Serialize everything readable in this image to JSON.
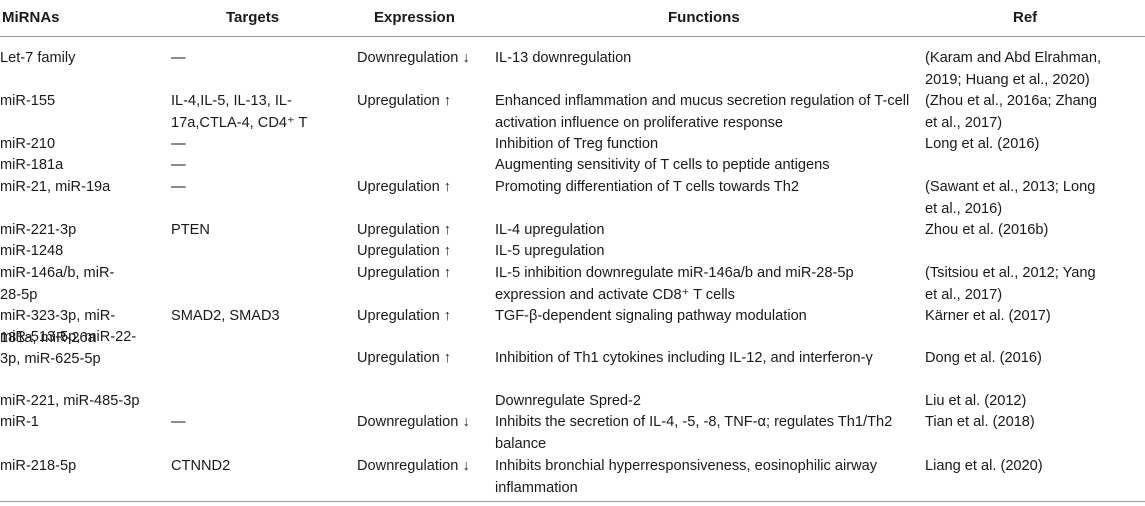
{
  "header": {
    "mirnas": "MiRNAs",
    "targets": "Targets",
    "expression": "Expression",
    "functions": "Functions",
    "ref": "Ref"
  },
  "rows": [
    {
      "mirna": [
        "Let-7 family"
      ],
      "targets": [
        "—"
      ],
      "expression": "Downregulation ↓",
      "functions": [
        "IL-13 downregulation"
      ],
      "ref": [
        "(Karam and Abd Elrahman,",
        "2019; Huang et al., 2020)"
      ]
    },
    {
      "mirna": [
        "miR-155"
      ],
      "targets": [
        "IL-4,IL-5, IL-13, IL-",
        "17a,CTLA-4, CD4⁺ T"
      ],
      "expression": "Upregulation ↑",
      "functions": [
        "Enhanced inflammation and mucus secretion regulation of T-cell",
        "activation influence on proliferative response"
      ],
      "ref": [
        "(Zhou et al., 2016a; Zhang",
        "et al., 2017)"
      ]
    },
    {
      "mirna": [
        "miR-210"
      ],
      "targets": [
        "—"
      ],
      "expression": "",
      "functions": [
        "Inhibition of Treg function"
      ],
      "ref": [
        "Long et al. (2016)"
      ]
    },
    {
      "mirna": [
        "miR-181a"
      ],
      "targets": [
        "—"
      ],
      "expression": "",
      "functions": [
        "Augmenting sensitivity of T cells to peptide antigens"
      ],
      "ref": [
        ""
      ]
    },
    {
      "mirna": [
        "miR-21, miR-19a"
      ],
      "targets": [
        "—"
      ],
      "expression": "Upregulation ↑",
      "functions": [
        "Promoting differentiation of T cells towards Th2"
      ],
      "ref": [
        "(Sawant et al., 2013; Long",
        "et al., 2016)"
      ]
    },
    {
      "mirna": [
        "miR-221-3p"
      ],
      "targets": [
        "PTEN"
      ],
      "expression": "Upregulation ↑",
      "functions": [
        "IL-4 upregulation"
      ],
      "ref": [
        "Zhou et al. (2016b)"
      ]
    },
    {
      "mirna": [
        "miR-1248"
      ],
      "targets": [
        ""
      ],
      "expression": "Upregulation ↑",
      "functions": [
        "IL-5 upregulation"
      ],
      "ref": [
        ""
      ]
    },
    {
      "mirna": [
        "miR-146a/b, miR-",
        "28-5p"
      ],
      "targets": [
        ""
      ],
      "expression": "Upregulation ↑",
      "functions": [
        "IL-5 inhibition downregulate miR-146a/b and miR-28-5p",
        "expression and activate CD8⁺ T cells"
      ],
      "ref": [
        "(Tsitsiou et al., 2012; Yang",
        "et al., 2017)"
      ]
    },
    {
      "mirna": [
        "miR-323-3p, miR-",
        "181a, miR-26a"
      ],
      "targets": [
        "SMAD2, SMAD3"
      ],
      "expression": "Upregulation ↑",
      "functions": [
        "TGF-β-dependent signaling pathway modulation"
      ],
      "ref": [
        "Kärner et al. (2017)"
      ]
    },
    {
      "mirna": [
        "miR-513-5p, miR-22-",
        "3p, miR-625-5p"
      ],
      "targets": [
        ""
      ],
      "expression": "Upregulation ↑",
      "functions": [
        "Inhibition of Th1 cytokines including IL-12, and interferon-γ"
      ],
      "ref": [
        "Dong et al. (2016)"
      ]
    },
    {
      "mirna": [
        "miR-221, miR-485-3p"
      ],
      "targets": [
        ""
      ],
      "expression": "",
      "functions": [
        "Downregulate Spred-2"
      ],
      "ref": [
        "Liu et al. (2012)"
      ]
    },
    {
      "mirna": [
        "miR-1"
      ],
      "targets": [
        "—"
      ],
      "expression": "Downregulation ↓",
      "functions": [
        "Inhibits the secretion of IL-4, -5, -8, TNF-α; regulates Th1/Th2",
        "balance"
      ],
      "ref": [
        "Tian et al. (2018)"
      ]
    },
    {
      "mirna": [
        "miR-218-5p"
      ],
      "targets": [
        "CTNND2"
      ],
      "expression": "Downregulation ↓",
      "functions": [
        "Inhibits bronchial hyperresponsiveness, eosinophilic airway",
        "inflammation"
      ],
      "ref": [
        "Liang et al. (2020)"
      ]
    }
  ]
}
